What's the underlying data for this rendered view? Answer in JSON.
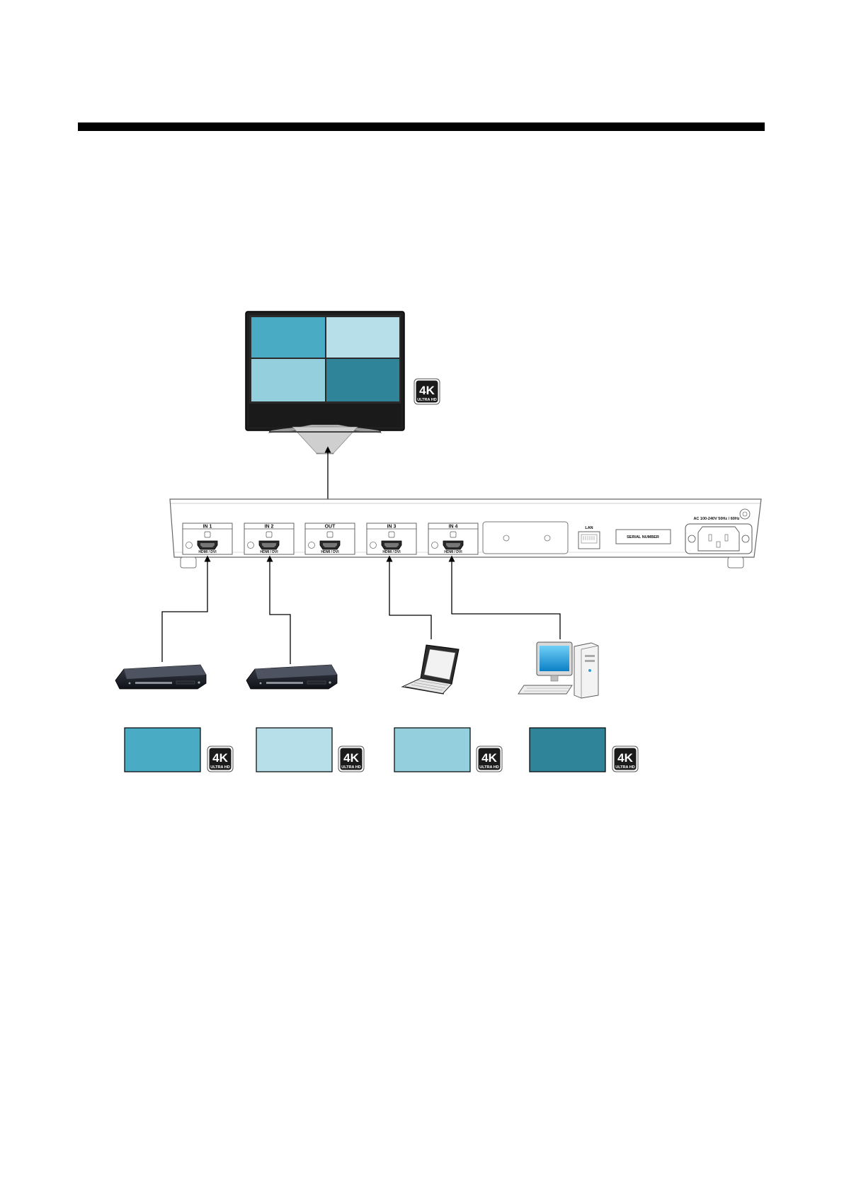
{
  "colors": {
    "source_1": "#4aabc5",
    "source_2": "#b6dfea",
    "source_3": "#93cfdc",
    "source_4": "#2f8499",
    "rule": "#000000"
  },
  "badge": {
    "big": "4K",
    "small": "ULTRA HD"
  },
  "switcher": {
    "ports": [
      {
        "label": "IN 1",
        "sub": "HDMI / DVI"
      },
      {
        "label": "IN 2",
        "sub": "HDMI / DVI"
      },
      {
        "label": "OUT",
        "sub": "HDMI / DVI"
      },
      {
        "label": "IN 3",
        "sub": "HDMI / DVI"
      },
      {
        "label": "IN 4",
        "sub": "HDMI / DVI"
      }
    ],
    "lan_label": "LAN",
    "serial_label": "SERIAL NUMBER",
    "power_label": "AC 100-240V 50Hz / 60Hz"
  },
  "sources": [
    {
      "device": "media-player",
      "color_key": "source_1"
    },
    {
      "device": "media-player",
      "color_key": "source_2"
    },
    {
      "device": "laptop",
      "color_key": "source_3"
    },
    {
      "device": "desktop-pc",
      "color_key": "source_4"
    }
  ]
}
